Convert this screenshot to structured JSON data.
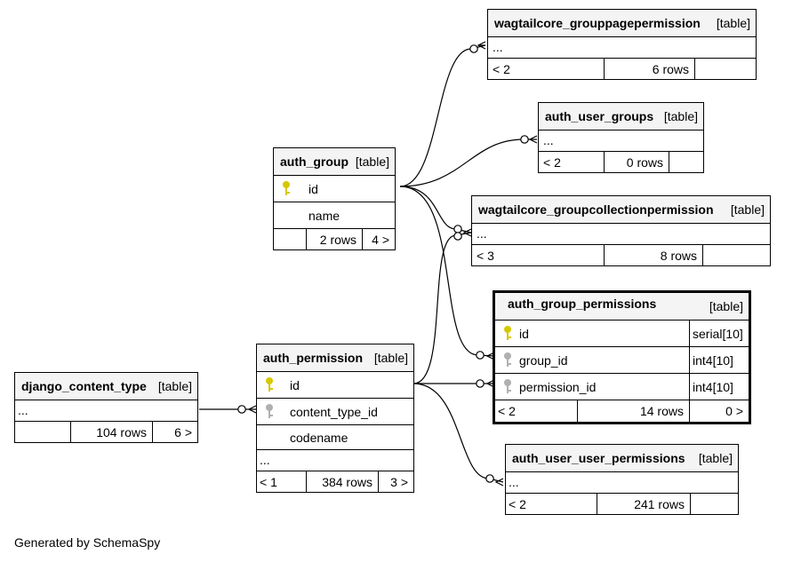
{
  "footer": "Generated by SchemaSpy",
  "labels": {
    "table_suffix": "[table]",
    "ellipsis": "..."
  },
  "tables": {
    "wagtailcore_grouppagepermission": {
      "name": "wagtailcore_grouppagepermission",
      "children": "< 2",
      "rows": "6 rows",
      "parents": ""
    },
    "auth_user_groups": {
      "name": "auth_user_groups",
      "children": "< 2",
      "rows": "0 rows",
      "parents": ""
    },
    "auth_group": {
      "name": "auth_group",
      "columns": [
        "id",
        "name"
      ],
      "children": "",
      "rows": "2 rows",
      "parents": "4 >"
    },
    "wagtailcore_groupcollectionpermission": {
      "name": "wagtailcore_groupcollectionpermission",
      "children": "< 3",
      "rows": "8 rows",
      "parents": ""
    },
    "auth_group_permissions": {
      "name": "auth_group_permissions",
      "columns": [
        {
          "name": "id",
          "type": "serial[10]"
        },
        {
          "name": "group_id",
          "type": "int4[10]"
        },
        {
          "name": "permission_id",
          "type": "int4[10]"
        }
      ],
      "children": "< 2",
      "rows": "14 rows",
      "parents": "0 >"
    },
    "auth_permission": {
      "name": "auth_permission",
      "columns": [
        "id",
        "content_type_id",
        "codename"
      ],
      "children": "< 1",
      "rows": "384 rows",
      "parents": "3 >"
    },
    "django_content_type": {
      "name": "django_content_type",
      "children": "",
      "rows": "104 rows",
      "parents": "6 >"
    },
    "auth_user_user_permissions": {
      "name": "auth_user_user_permissions",
      "children": "< 2",
      "rows": "241 rows",
      "parents": ""
    }
  },
  "colors": {
    "primary_key": "#d6c800",
    "foreign_key": "#b0b0b0",
    "header_bg": "#f4f4f4",
    "line": "#000000"
  },
  "icons": [
    "primary-key-icon",
    "foreign-key-icon",
    "crows-foot-connector"
  ]
}
